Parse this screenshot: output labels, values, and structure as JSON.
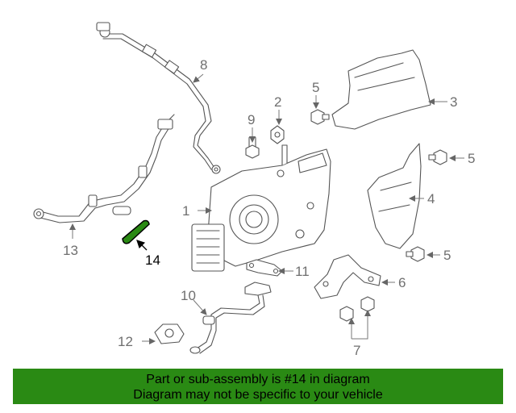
{
  "callouts": {
    "c1": "1",
    "c2": "2",
    "c3": "3",
    "c4": "4",
    "c5a": "5",
    "c5b": "5",
    "c5c": "5",
    "c6": "6",
    "c7": "7",
    "c8": "8",
    "c9": "9",
    "c10": "10",
    "c11": "11",
    "c12": "12",
    "c13": "13",
    "c14": "14"
  },
  "highlight": {
    "part_number": "14",
    "color": "#2a8a14"
  },
  "banner": {
    "line1": "Part or sub-assembly is #14 in diagram",
    "line2": "Diagram may not be specific to your vehicle",
    "background": "#2a8a14"
  }
}
